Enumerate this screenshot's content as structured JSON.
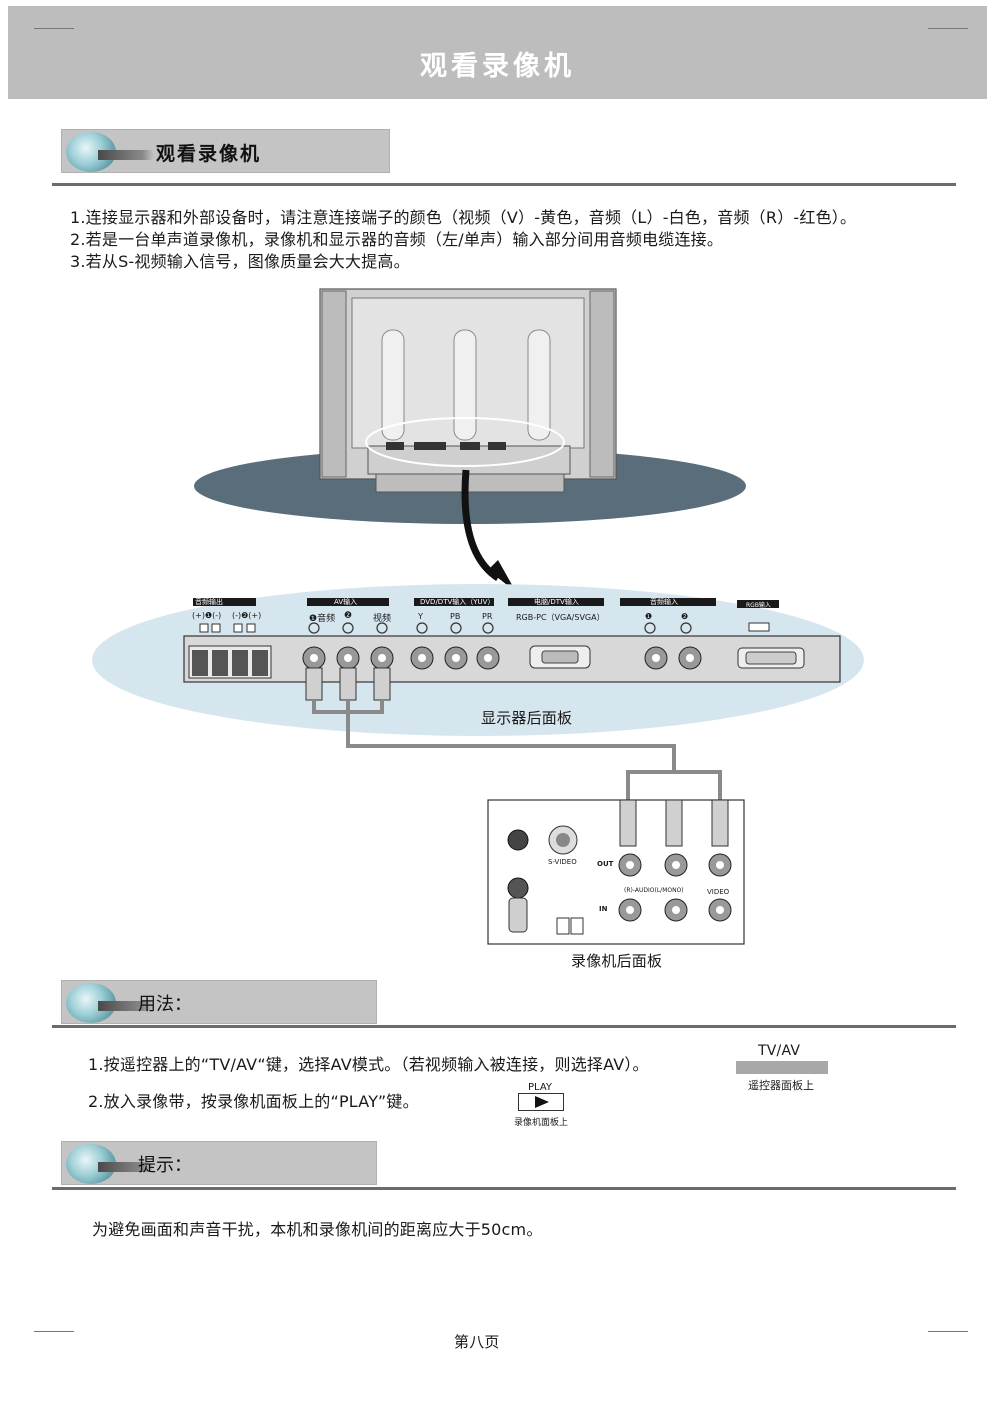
{
  "header": {
    "title": "观看录像机"
  },
  "section1": {
    "title": "观看录像机",
    "notes": [
      "1.连接显示器和外部设备时，请注意连接端子的颜色（视频（V）-黄色，音频（L）-白色，音频（R）-红色）。",
      "2.若是一台单声道录像机，录像机和显示器的音频（左/单声）输入部分间用音频电缆连接。",
      "3.若从S-视频输入信号，图像质量会大大提高。"
    ]
  },
  "diagram": {
    "monitor_panel": {
      "caption": "显示器后面板",
      "groups": [
        "音频输出",
        "AV输入",
        "DVD/DTV输入（YUV）",
        "电脑/DTV输入",
        "音频输入",
        "RGB输入"
      ],
      "audio_out_labels": [
        "(+)❶(-)",
        "(-)❷(+)"
      ],
      "av_labels": [
        "❶音频",
        "❷",
        "视频"
      ],
      "yuv_labels": [
        "Y",
        "PB",
        "PR"
      ],
      "rgb_label": "RGB-PC（VGA/SVGA）",
      "audio_in_labels": [
        "❶",
        "❷"
      ]
    },
    "vcr_panel": {
      "caption": "录像机后面板",
      "svideo_label": "S-VIDEO",
      "out_label": "OUT",
      "in_label": "IN",
      "audio_label": "(R)-AUDIO(L/MONO)",
      "video_label": "VIDEO"
    }
  },
  "section2": {
    "title": "用法：",
    "steps": [
      "1.按遥控器上的“TV/AV“键，选择AV模式。（若视频输入被连接，则选择AV）。",
      "2.放入录像带，按录像机面板上的“PLAY”键。"
    ],
    "tvav_key": {
      "label": "TV/AV",
      "caption": "遥控器面板上"
    },
    "play_key": {
      "label": "PLAY",
      "caption": "录像机面板上"
    }
  },
  "section3": {
    "title": "提示：",
    "tip": "为避免画面和声音干扰，本机和录像机间的距离应大于50cm。"
  },
  "footer": {
    "page": "第八页"
  },
  "colors": {
    "header_band": "#bdbdbd",
    "section_bar": "#c4c4c4",
    "rule": "#6b6b6b",
    "ellipse_top": "#5a6d7a",
    "ellipse_panel": "#d6e6ef"
  }
}
